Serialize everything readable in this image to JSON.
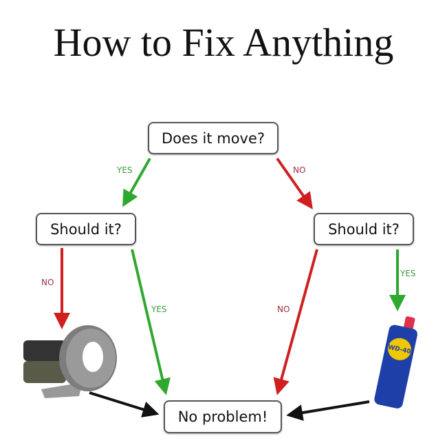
{
  "title": "How to Fix Anything",
  "nodes": {
    "start": "Does it move?",
    "left_question": "Should it?",
    "right_question": "Should it?",
    "end": "No problem!"
  },
  "edge_labels": {
    "start_yes": "YES",
    "start_no": "NO",
    "left_no": "NO",
    "left_yes": "YES",
    "right_no": "NO",
    "right_yes": "YES"
  },
  "images": {
    "left": "duct-tape",
    "right": "wd-40-can",
    "can_label": "WD-40"
  },
  "colors": {
    "yes": "#2fa82f",
    "no": "#d01f1f",
    "neutral": "#111111"
  }
}
